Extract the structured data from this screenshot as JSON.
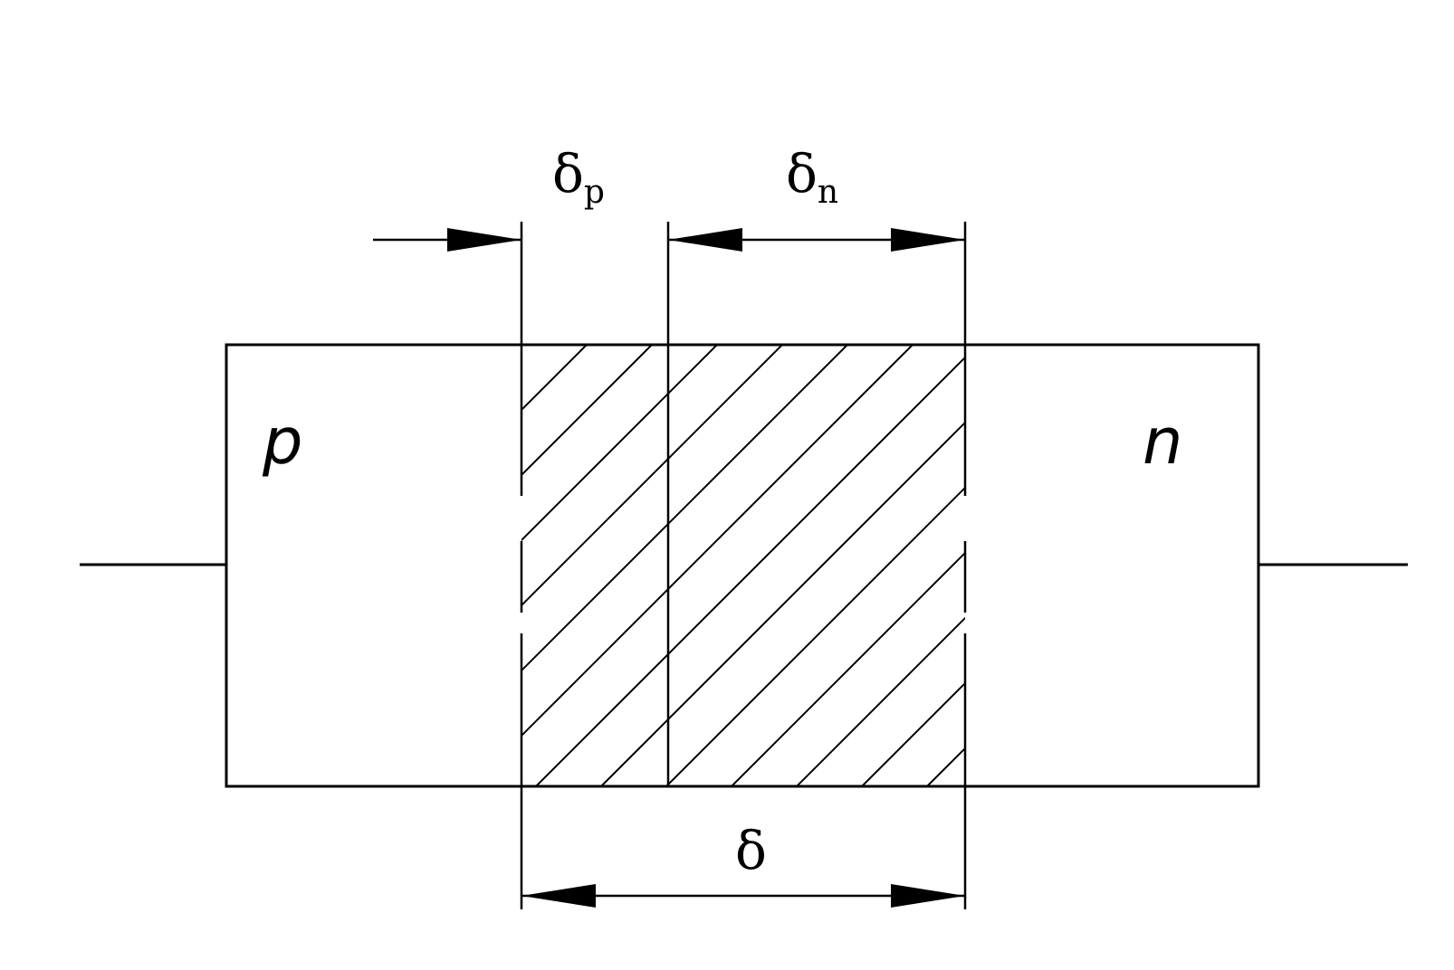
{
  "labels": {
    "delta_p_symbol": "δ",
    "delta_p_subscript": "p",
    "delta_n_symbol": "δ",
    "delta_n_subscript": "n",
    "delta_total": "δ",
    "p_region": "p",
    "n_region": "n"
  }
}
